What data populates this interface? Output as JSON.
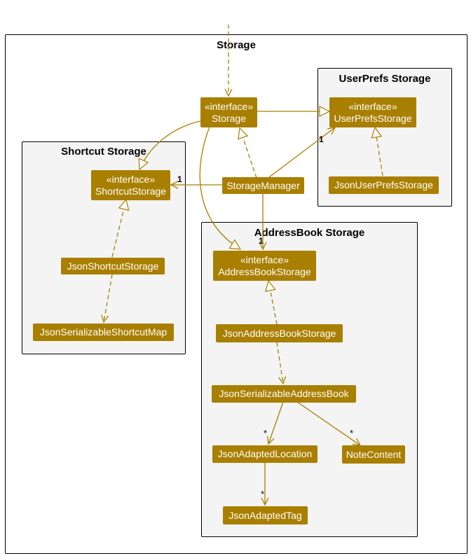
{
  "packages": {
    "storage": "Storage",
    "userprefs": "UserPrefs Storage",
    "shortcut": "Shortcut Storage",
    "addressbook": "AddressBook Storage"
  },
  "nodes": {
    "storage": {
      "stereotype": "«interface»",
      "name": "Storage"
    },
    "userprefs_storage": {
      "stereotype": "«interface»",
      "name": "UserPrefsStorage"
    },
    "json_userprefs_storage": {
      "name": "JsonUserPrefsStorage"
    },
    "shortcut_storage": {
      "stereotype": "«interface»",
      "name": "ShortcutStorage"
    },
    "storage_manager": {
      "name": "StorageManager"
    },
    "json_shortcut_storage": {
      "name": "JsonShortcutStorage"
    },
    "json_serializable_shortcut_map": {
      "name": "JsonSerializableShortcutMap"
    },
    "addressbook_storage": {
      "stereotype": "«interface»",
      "name": "AddressBookStorage"
    },
    "json_addressbook_storage": {
      "name": "JsonAddressBookStorage"
    },
    "json_serializable_addressbook": {
      "name": "JsonSerializableAddressBook"
    },
    "json_adapted_location": {
      "name": "JsonAdaptedLocation"
    },
    "note_content": {
      "name": "NoteContent"
    },
    "json_adapted_tag": {
      "name": "JsonAdaptedTag"
    }
  },
  "multiplicities": {
    "to_shortcut": "1",
    "to_userprefs": "1",
    "to_addressbook": "1",
    "to_location": "*",
    "to_note": "*",
    "to_tag": "*"
  },
  "colors": {
    "node_fill": "#a97f00",
    "edge": "#a97f00",
    "package_fill": "#f3f4f3"
  }
}
